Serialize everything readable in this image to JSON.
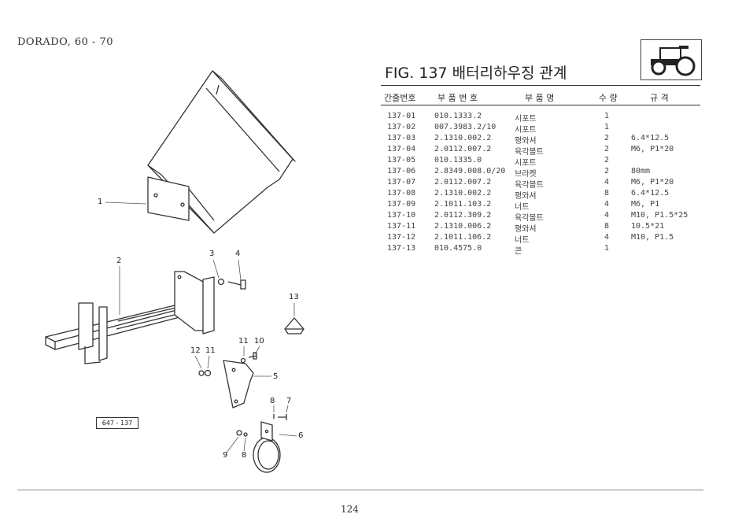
{
  "header": {
    "model": "DORADO, 60 - 70"
  },
  "figure": {
    "title": "FIG. 137 배터리하우징 관계",
    "code": "647 - 137"
  },
  "table": {
    "headers": [
      "간출번호",
      "부 품 번 호",
      "부 품 명",
      "수 량",
      "규  격"
    ],
    "rows": [
      [
        "137-01",
        "010.1333.2",
        "시포트",
        "1",
        ""
      ],
      [
        "137-02",
        "007.3983.2/10",
        "시포트",
        "1",
        ""
      ],
      [
        "137-03",
        "2.1310.002.2",
        "평와셔",
        "2",
        "6.4*12.5"
      ],
      [
        "137-04",
        "2.0112.007.2",
        "육각볼트",
        "2",
        "M6, P1*20"
      ],
      [
        "137-05",
        "010.1335.0",
        "시포트",
        "2",
        ""
      ],
      [
        "137-06",
        "2.8349.008.0/20",
        "브라켓",
        "2",
        "80mm"
      ],
      [
        "137-07",
        "2.0112.007.2",
        "육각볼트",
        "4",
        "M6, P1*20"
      ],
      [
        "137-08",
        "2.1310.002.2",
        "평와셔",
        "8",
        "6.4*12.5"
      ],
      [
        "137-09",
        "2.1011.103.2",
        "너트",
        "4",
        "M6, P1"
      ],
      [
        "137-10",
        "2.0112.309.2",
        "육각볼트",
        "4",
        "M10, P1.5*25"
      ],
      [
        "137-11",
        "2.1310.006.2",
        "평와셔",
        "8",
        "10.5*21"
      ],
      [
        "137-12",
        "2.1011.106.2",
        "너트",
        "4",
        "M10, P1.5"
      ],
      [
        "137-13",
        "010.4575.0",
        "콘",
        "1",
        ""
      ]
    ]
  },
  "callouts": [
    "1",
    "2",
    "3",
    "4",
    "13",
    "11",
    "10",
    "12",
    "11",
    "5",
    "8",
    "7",
    "6",
    "9",
    "8"
  ],
  "footer": {
    "page": "124"
  }
}
